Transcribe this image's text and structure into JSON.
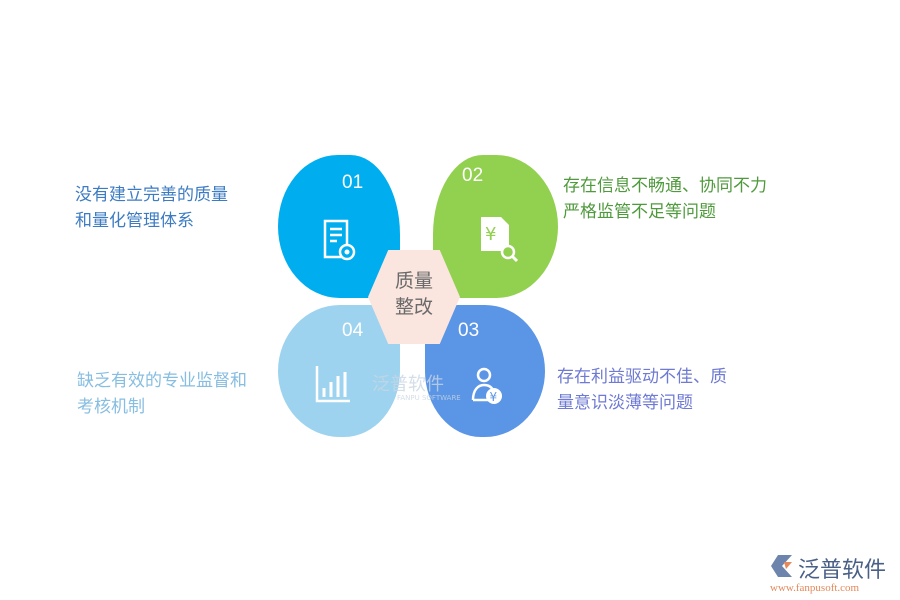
{
  "center": {
    "line1": "质量",
    "line2": "整改"
  },
  "items": [
    {
      "num": "01",
      "icon": "certificate-document-icon",
      "color": "#00aeef",
      "text1": "没有建立完善的质量",
      "text2": "和量化管理体系",
      "text_color": "#3d7cc3"
    },
    {
      "num": "02",
      "icon": "yuan-document-search-icon",
      "color": "#92d050",
      "text1": "存在信息不畅通、协同不力",
      "text2": "严格监管不足等问题",
      "text_color": "#4f9a3c"
    },
    {
      "num": "03",
      "icon": "user-yuan-icon",
      "color": "#5b95e6",
      "text1": "存在利益驱动不佳、质",
      "text2": "量意识淡薄等问题",
      "text_color": "#6e7ad3"
    },
    {
      "num": "04",
      "icon": "bar-chart-icon",
      "color": "#9dd3ef",
      "text1": "缺乏有效的专业监督和",
      "text2": "考核机制",
      "text_color": "#86bde0"
    }
  ],
  "watermark": {
    "name": "泛普软件",
    "sub": "FANPU SOFTWARE"
  },
  "logo": {
    "name": "泛普软件",
    "url": "www.fanpusoft.com"
  }
}
